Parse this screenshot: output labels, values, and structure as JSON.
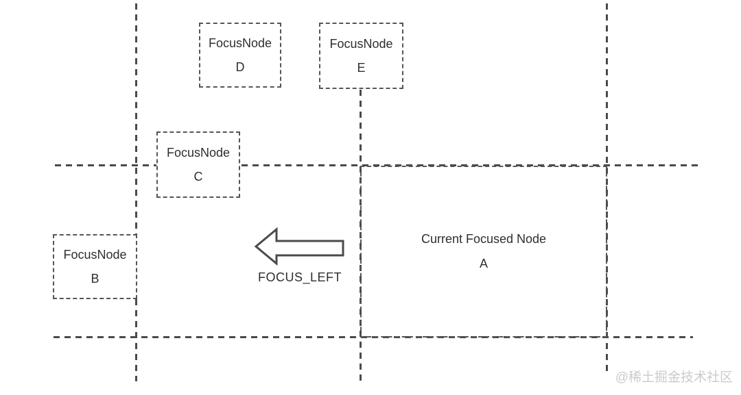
{
  "diagram": {
    "nodes": {
      "d": {
        "title": "FocusNode",
        "label": "D"
      },
      "e": {
        "title": "FocusNode",
        "label": "E"
      },
      "c": {
        "title": "FocusNode",
        "label": "C"
      },
      "b": {
        "title": "FocusNode",
        "label": "B"
      },
      "a": {
        "title": "Current Focused Node",
        "label": "A"
      }
    },
    "action": {
      "arrow_label": "FOCUS_LEFT",
      "arrow_direction": "left"
    },
    "watermark": "@稀土掘金技术社区",
    "colors": {
      "line": "#4a4a4a",
      "border": "#555555",
      "text": "#2e2e2e",
      "watermark": "#cbcbcb",
      "background": "#ffffff"
    }
  }
}
